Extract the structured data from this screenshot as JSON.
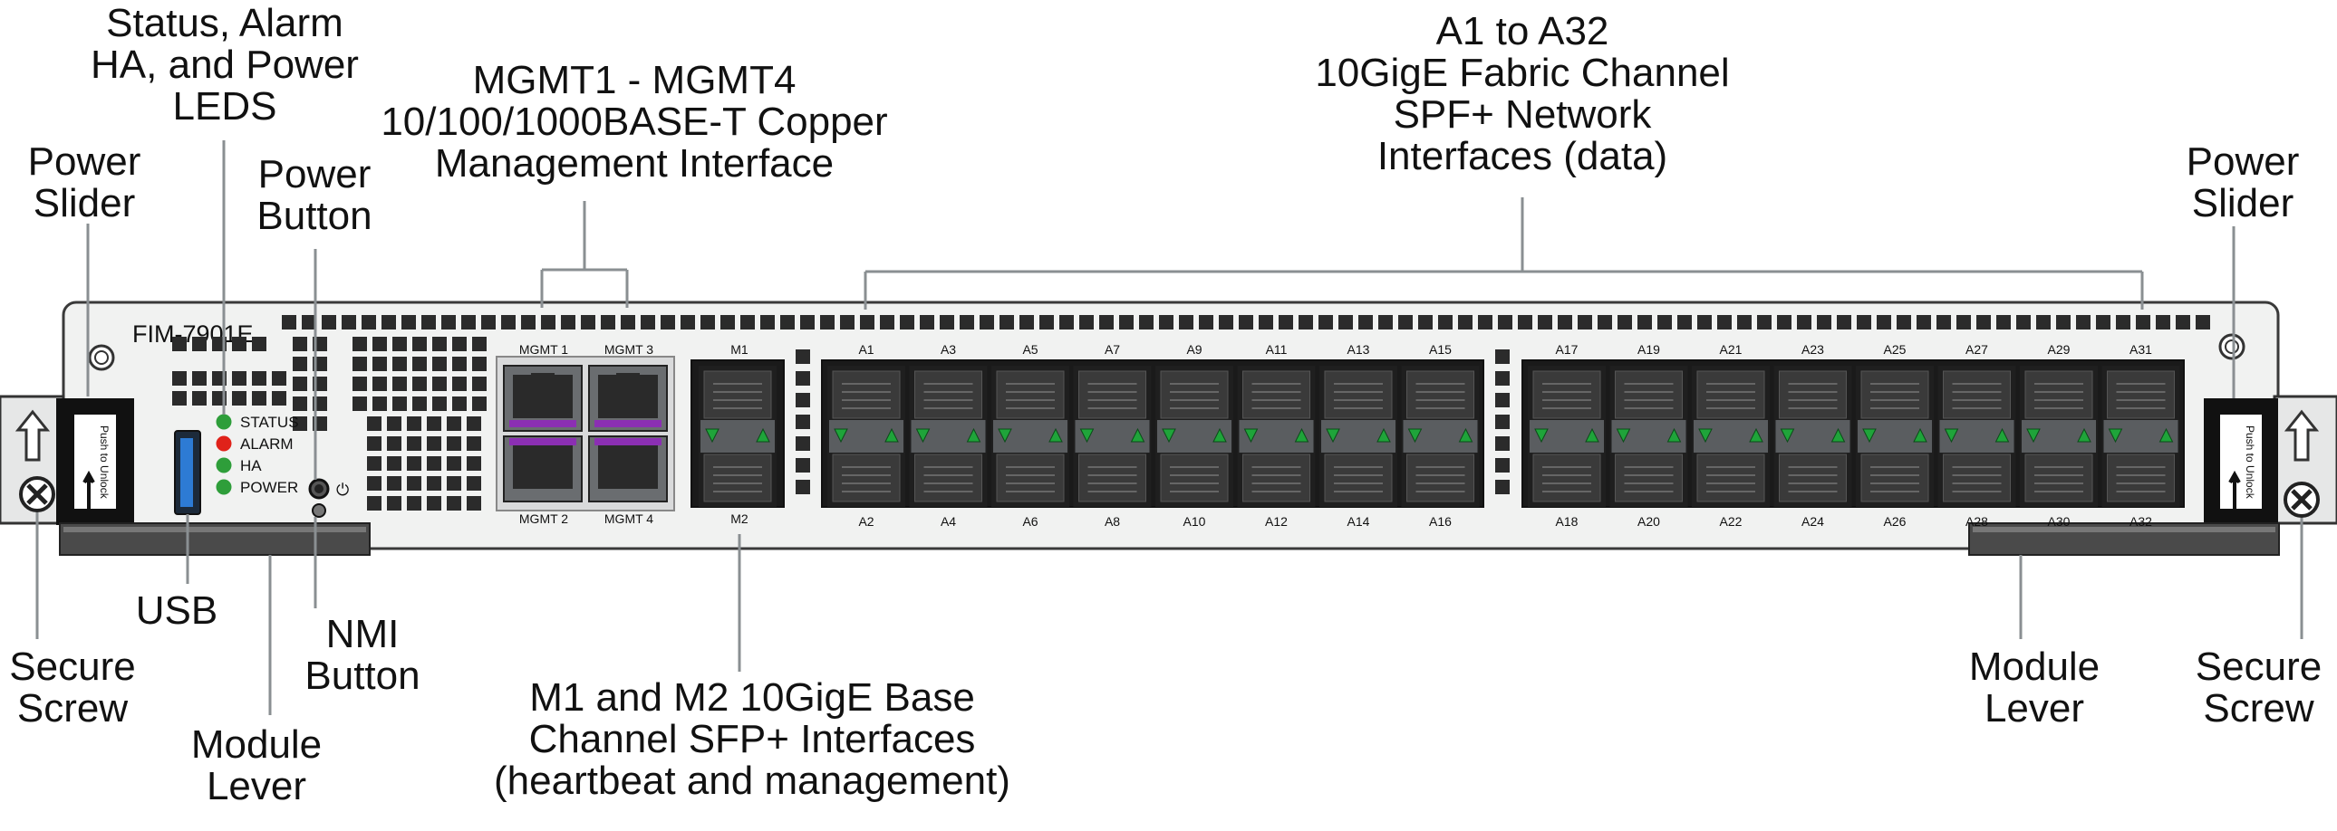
{
  "colors": {
    "panel": "#f1f2f1",
    "panel_border": "#3a3a3a",
    "led_green": "#2e9e3a",
    "led_red": "#e0221a",
    "leader": "#8a8f92",
    "port_dark": "#2a2a2a",
    "lever": "#4a4a4a"
  },
  "panel": {
    "model": "FIM-7901E",
    "led_labels": [
      "STATUS",
      "ALARM",
      "HA",
      "POWER"
    ],
    "led_colors": [
      "#2e9e3a",
      "#e0221a",
      "#2e9e3a",
      "#2e9e3a"
    ],
    "power_symbol": "⏻",
    "mgmt_labels": [
      "MGMT 1",
      "MGMT 3",
      "MGMT 2",
      "MGMT  4"
    ],
    "m_labels": [
      "M1",
      "M2"
    ],
    "a_top_labels": [
      "A1",
      "A3",
      "A5",
      "A7",
      "A9",
      "A11",
      "A13",
      "A15",
      "A17",
      "A19",
      "A21",
      "A23",
      "A25",
      "A27",
      "A29",
      "A31"
    ],
    "a_bottom_labels": [
      "A2",
      "A4",
      "A6",
      "A8",
      "A10",
      "A12",
      "A14",
      "A16",
      "A18",
      "A20",
      "A22",
      "A24",
      "A26",
      "A28",
      "A30",
      "A32"
    ],
    "push_to_unlock": "Push to Unlock",
    "icons": [
      "arrow-up-icon",
      "screw-icon",
      "power-icon"
    ]
  },
  "callouts": {
    "status_leds": [
      "Status, Alarm",
      "HA, and Power",
      "LEDS"
    ],
    "power_slider_left": [
      "Power",
      "Slider"
    ],
    "power_button": [
      "Power",
      "Button"
    ],
    "mgmt": [
      "MGMT1 - MGMT4",
      "10/100/1000BASE-T Copper",
      "Management Interface"
    ],
    "a_ports": [
      "A1 to A32",
      "10GigE Fabric Channel",
      "SPF+ Network",
      "Interfaces (data)"
    ],
    "power_slider_right": [
      "Power",
      "Slider"
    ],
    "usb": [
      "USB"
    ],
    "nmi": [
      "NMI",
      "Button"
    ],
    "secure_screw_left": [
      "Secure",
      "Screw"
    ],
    "module_lever_left": [
      "Module",
      "Lever"
    ],
    "m_ports": [
      "M1 and M2 10GigE Base",
      "Channel SFP+ Interfaces",
      "(heartbeat and management)"
    ],
    "module_lever_right": [
      "Module",
      "Lever"
    ],
    "secure_screw_right": [
      "Secure",
      "Screw"
    ]
  }
}
